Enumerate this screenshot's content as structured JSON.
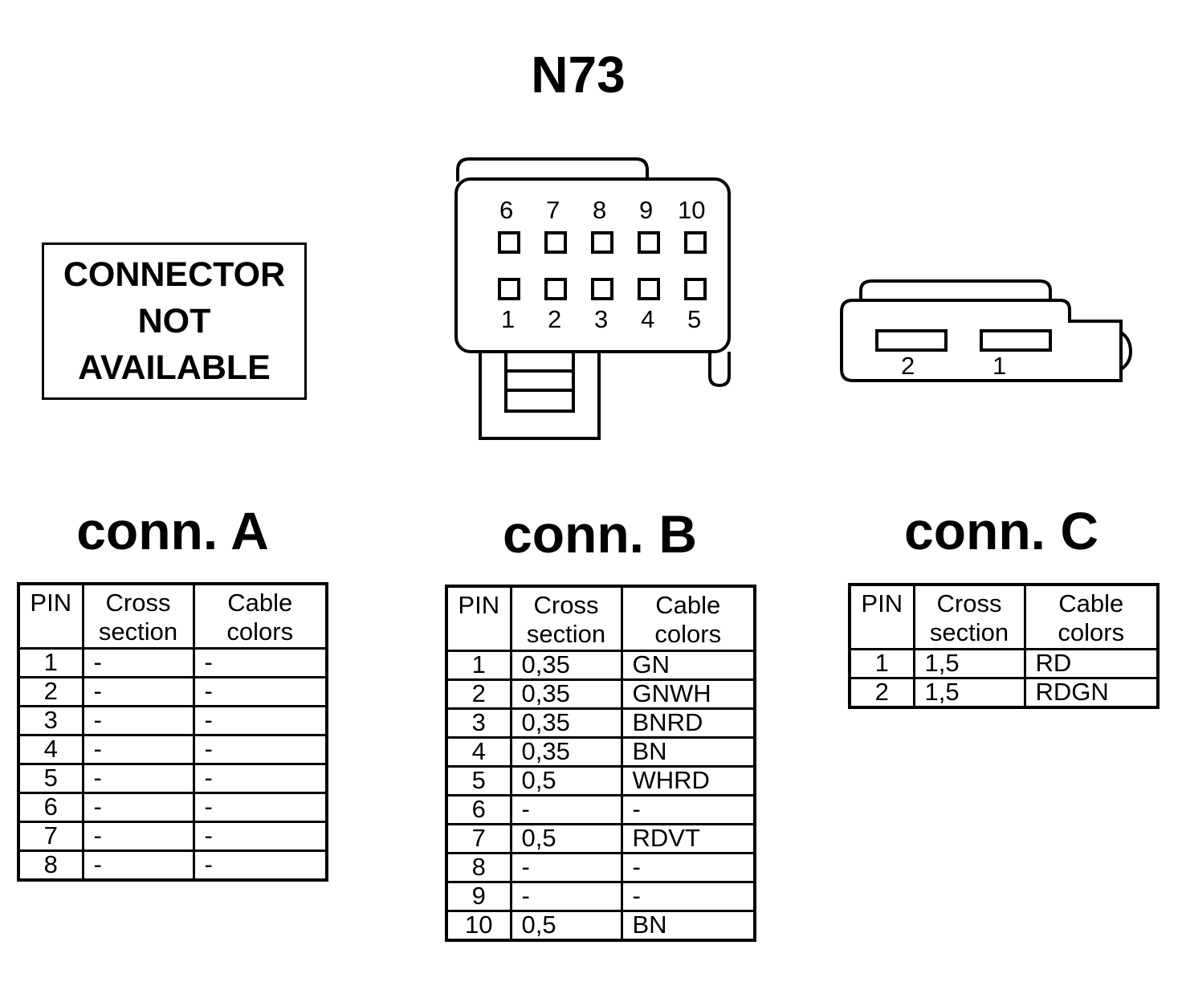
{
  "title": "N73",
  "not_available": {
    "lines": [
      "CONNECTOR",
      "NOT",
      "AVAILABLE"
    ]
  },
  "connector_b_drawing": {
    "top_row": [
      "6",
      "7",
      "8",
      "9",
      "10"
    ],
    "bottom_row": [
      "1",
      "2",
      "3",
      "4",
      "5"
    ]
  },
  "connector_c_drawing": {
    "pins": [
      "2",
      "1"
    ]
  },
  "headers": {
    "pin": "PIN",
    "cross_1": "Cross",
    "cross_2": "section",
    "cable_1": "Cable",
    "cable_2": "colors"
  },
  "connectors": [
    {
      "name": "conn. A",
      "rows": [
        {
          "pin": "1",
          "cross": "-",
          "color": "-"
        },
        {
          "pin": "2",
          "cross": "-",
          "color": "-"
        },
        {
          "pin": "3",
          "cross": "-",
          "color": "-"
        },
        {
          "pin": "4",
          "cross": "-",
          "color": "-"
        },
        {
          "pin": "5",
          "cross": "-",
          "color": "-"
        },
        {
          "pin": "6",
          "cross": "-",
          "color": "-"
        },
        {
          "pin": "7",
          "cross": "-",
          "color": "-"
        },
        {
          "pin": "8",
          "cross": "-",
          "color": "-"
        }
      ]
    },
    {
      "name": "conn. B",
      "rows": [
        {
          "pin": "1",
          "cross": "0,35",
          "color": "GN"
        },
        {
          "pin": "2",
          "cross": "0,35",
          "color": "GNWH"
        },
        {
          "pin": "3",
          "cross": "0,35",
          "color": "BNRD"
        },
        {
          "pin": "4",
          "cross": "0,35",
          "color": "BN"
        },
        {
          "pin": "5",
          "cross": "0,5",
          "color": "WHRD"
        },
        {
          "pin": "6",
          "cross": "-",
          "color": "-"
        },
        {
          "pin": "7",
          "cross": "0,5",
          "color": "RDVT"
        },
        {
          "pin": "8",
          "cross": "-",
          "color": "-"
        },
        {
          "pin": "9",
          "cross": "-",
          "color": "-"
        },
        {
          "pin": "10",
          "cross": "0,5",
          "color": "BN"
        }
      ]
    },
    {
      "name": "conn. C",
      "rows": [
        {
          "pin": "1",
          "cross": "1,5",
          "color": "RD"
        },
        {
          "pin": "2",
          "cross": "1,5",
          "color": "RDGN"
        }
      ]
    }
  ]
}
